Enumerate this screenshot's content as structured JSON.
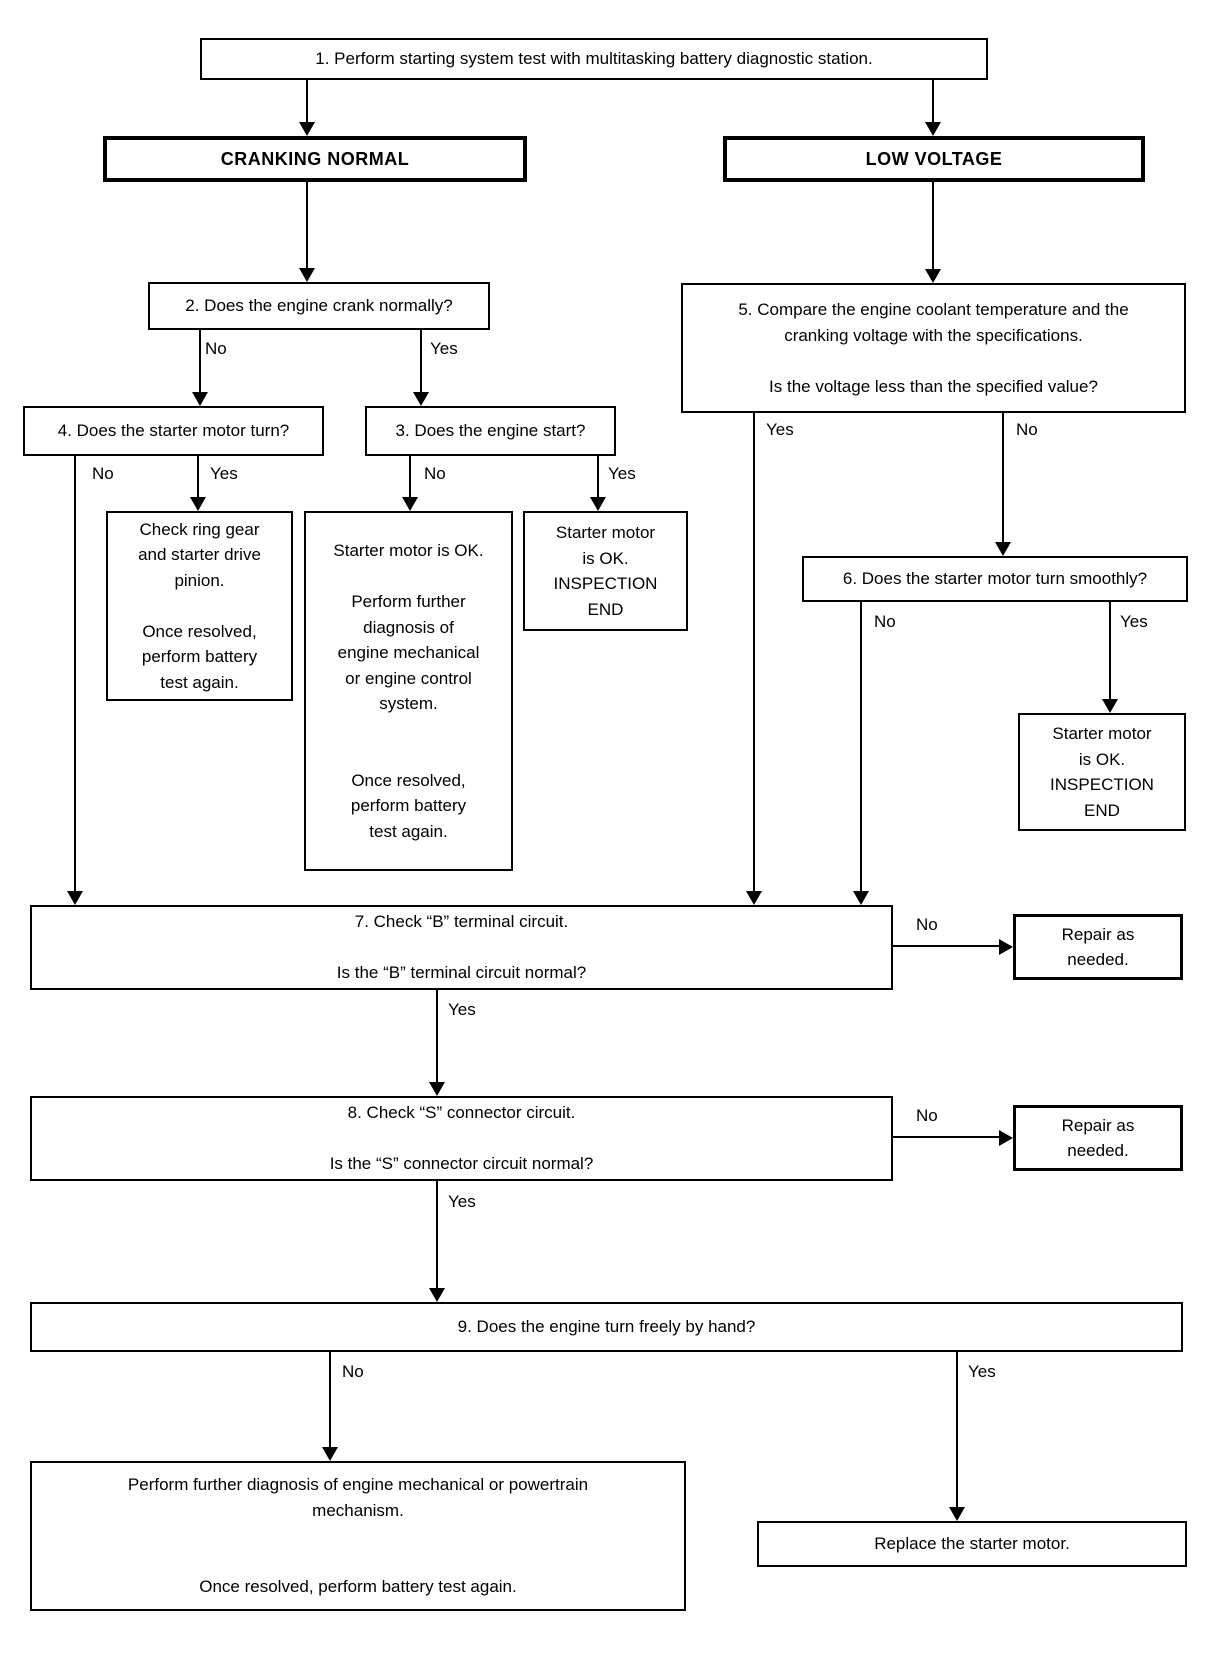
{
  "labels": {
    "yes": "Yes",
    "no": "No"
  },
  "colors": {
    "line": "#000000",
    "background": "#ffffff",
    "text": "#000000"
  },
  "nodes": {
    "step1": {
      "label": "1. Perform starting system test with multitasking battery diagnostic station."
    },
    "cranking_normal": {
      "label": "CRANKING NORMAL"
    },
    "low_voltage": {
      "label": "LOW VOLTAGE"
    },
    "step2": {
      "label": "2. Does the engine crank normally?"
    },
    "step3": {
      "label": "3. Does the engine start?"
    },
    "step4": {
      "label": "4. Does the starter motor turn?"
    },
    "step5": {
      "label": "5. Compare the engine coolant temperature and the\ncranking voltage with the specifications.\n\nIs the voltage less than the specified value?"
    },
    "step6": {
      "label": "6. Does the starter motor turn smoothly?"
    },
    "step7": {
      "label": "7. Check “B” terminal circuit.\n\nIs the “B” terminal circuit normal?"
    },
    "step8": {
      "label": "8. Check “S” connector circuit.\n\nIs the “S” connector circuit normal?"
    },
    "step9": {
      "label": "9. Does the engine turn freely by hand?"
    },
    "check_ring_gear": {
      "label": "Check ring gear\nand starter drive\npinion.\n\nOnce resolved,\nperform battery\ntest again."
    },
    "starter_ok_diagnosis": {
      "label": "Starter motor is OK.\n\nPerform further\ndiagnosis of\nengine mechanical\nor engine control\nsystem.\n\n\nOnce resolved,\nperform battery\ntest again."
    },
    "inspection_end_1": {
      "label": "Starter motor\nis OK.\nINSPECTION\nEND"
    },
    "inspection_end_2": {
      "label": "Starter motor\nis OK.\nINSPECTION\nEND"
    },
    "repair_1": {
      "label": "Repair as\nneeded."
    },
    "repair_2": {
      "label": "Repair as\nneeded."
    },
    "further_diagnosis": {
      "label": "Perform further diagnosis of engine mechanical or powertrain\nmechanism.\n\n\nOnce resolved, perform battery test again."
    },
    "replace_starter": {
      "label": "Replace the starter motor."
    }
  }
}
